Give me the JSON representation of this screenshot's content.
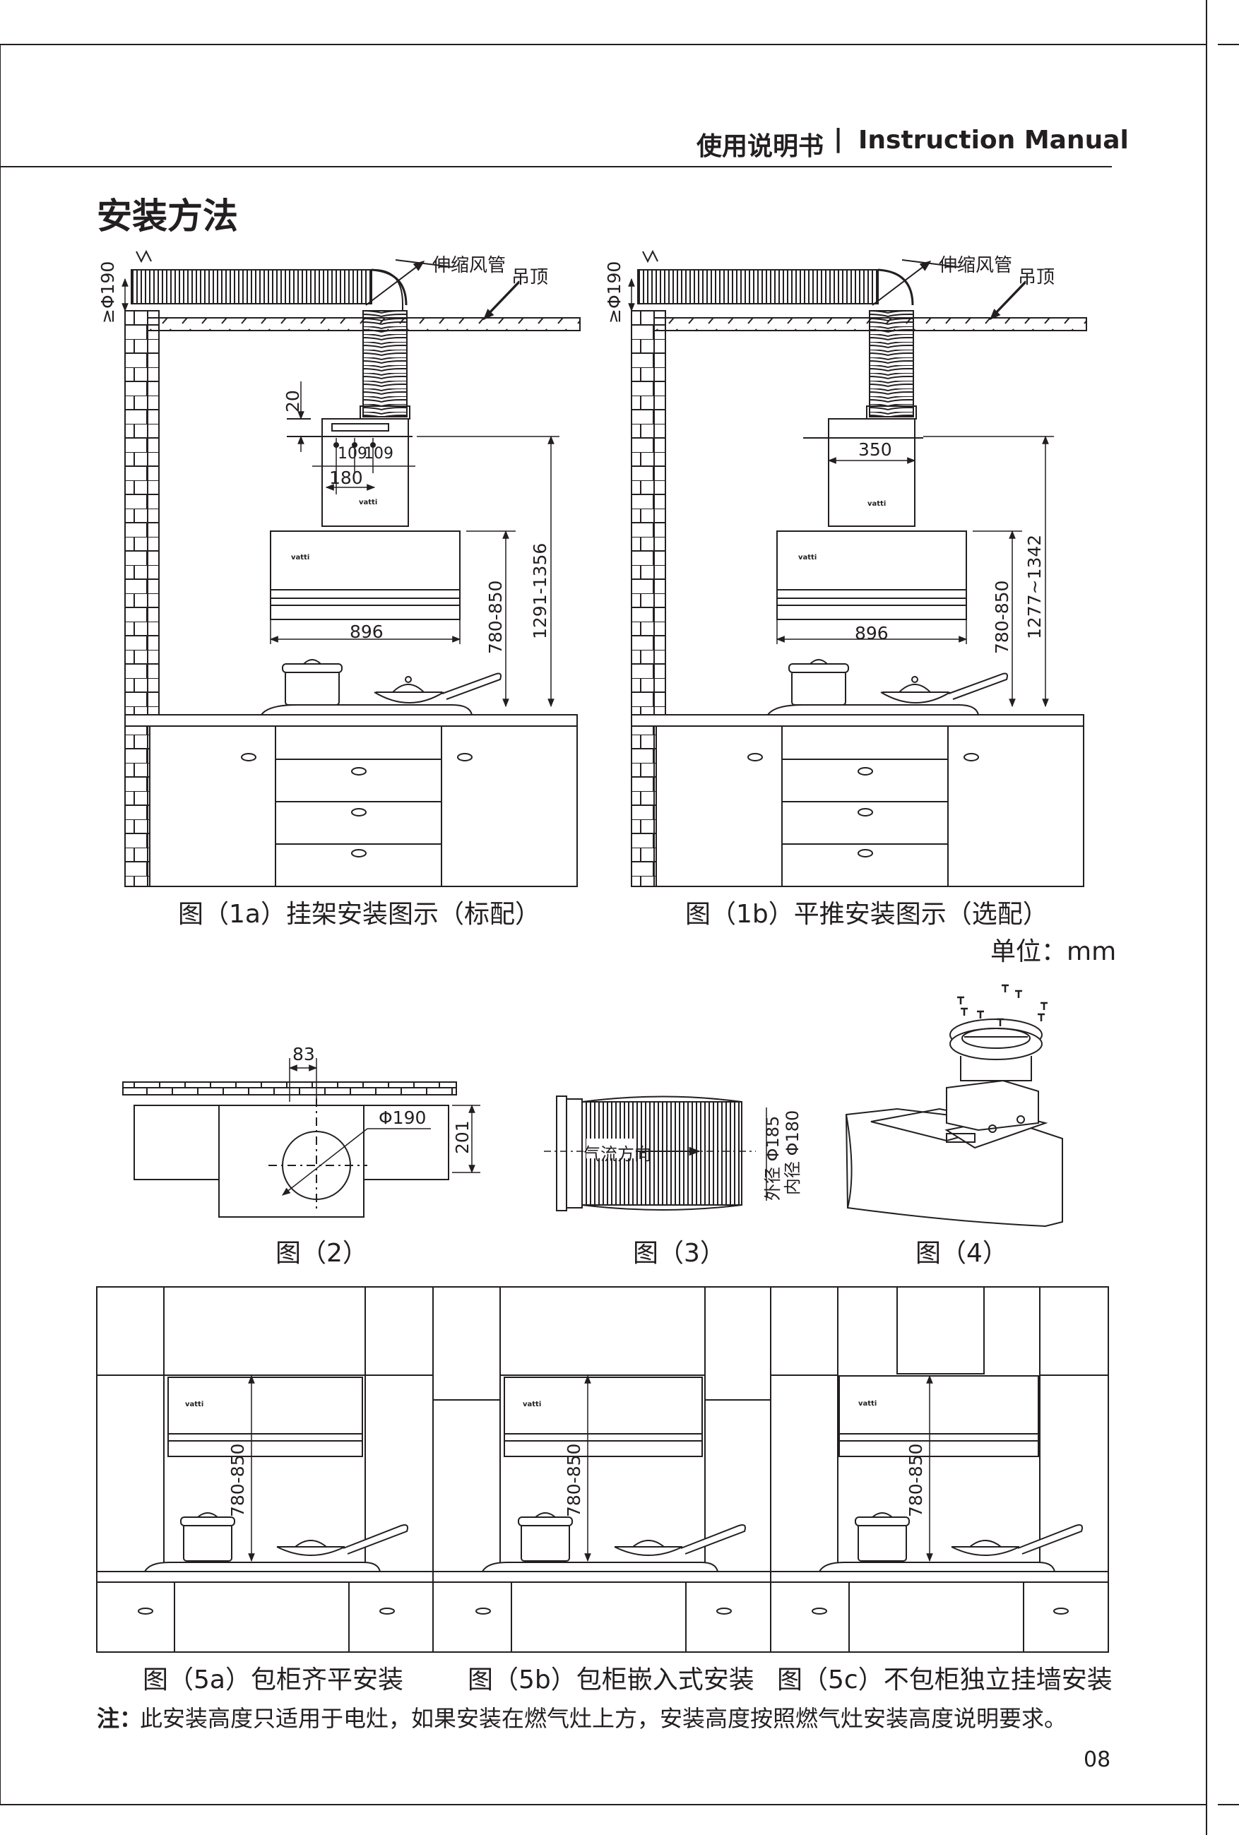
{
  "header": {
    "title_cn": "使用说明书",
    "separator": "|",
    "title_en": "Instruction Manual"
  },
  "section_title": "安装方法",
  "fig1a": {
    "duct_label": "伸缩风管",
    "ceiling_label": "吊顶",
    "phi": "≥Φ190",
    "d20": "20",
    "d109a": "109",
    "d109b": "109",
    "d180": "180",
    "d896": "896",
    "d780": "780-850",
    "d1291": "1291-1356",
    "brand": "vatti",
    "caption": "图（1a）挂架安装图示（标配）"
  },
  "fig1b": {
    "duct_label": "伸缩风管",
    "ceiling_label": "吊顶",
    "phi": "≥Φ190",
    "d350": "350",
    "d896": "896",
    "d780": "780-850",
    "d1277": "1277~1342",
    "brand": "vatti",
    "caption": "图（1b）平推安装图示（选配）"
  },
  "unit": "单位：mm",
  "fig2": {
    "d83": "83",
    "phi190": "Φ190",
    "d201": "201",
    "caption": "图（2）"
  },
  "fig3": {
    "airflow": "气流方向",
    "outer": "外径 Φ185",
    "inner": "内径 Φ180",
    "caption": "图（3）"
  },
  "fig4": {
    "caption": "图（4）"
  },
  "fig5": [
    {
      "dim": "780-850",
      "brand": "vatti",
      "caption": "图（5a）包柜齐平安装"
    },
    {
      "dim": "780-850",
      "brand": "vatti",
      "caption": "图（5b）包柜嵌入式安装"
    },
    {
      "dim": "780-850",
      "brand": "vatti",
      "caption": "图（5c）不包柜独立挂墙安装"
    }
  ],
  "note": {
    "label": "注：",
    "text": "此安装高度只适用于电灶，如果安装在燃气灶上方，安装高度按照燃气灶安装高度说明要求。"
  },
  "page_number": "08"
}
